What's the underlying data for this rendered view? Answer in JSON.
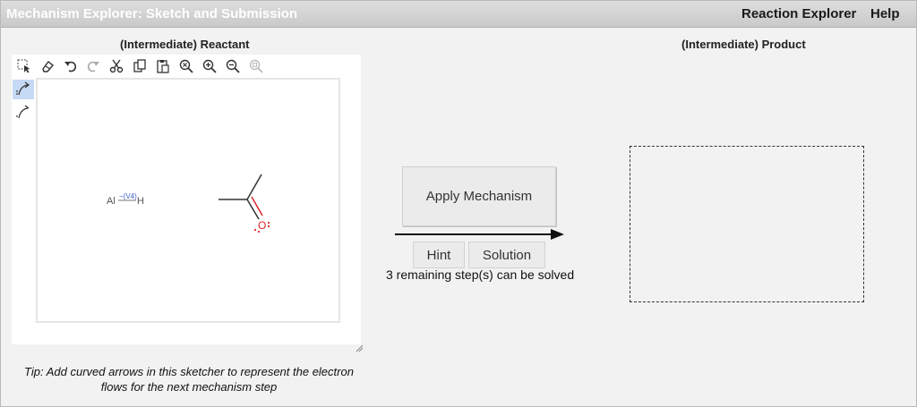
{
  "app": {
    "title": "Mechanism Explorer: Sketch and Submission",
    "menu": [
      "Reaction Explorer",
      "Help"
    ]
  },
  "reactant": {
    "heading": "(Intermediate) Reactant",
    "toolbar": [
      "select-icon",
      "eraser-icon",
      "undo-icon",
      "redo-icon",
      "cut-icon",
      "copy-icon",
      "paste-icon",
      "zoom-reset-icon",
      "zoom-in-icon",
      "zoom-out-icon",
      "zoom-fit-icon"
    ],
    "side_tools": [
      "electron-pair-arrow-icon",
      "single-electron-arrow-icon"
    ],
    "molecules": {
      "aluminum_hydride": {
        "al": "Al",
        "charge_label": "−(V4)",
        "h": "H"
      },
      "acetone": {
        "oxygen": "O"
      }
    },
    "tip": "Tip: Add curved arrows in this sketcher to represent the electron flows for the next mechanism step"
  },
  "controls": {
    "apply": "Apply Mechanism",
    "hint": "Hint",
    "solution": "Solution",
    "remaining": "3 remaining step(s) can be solved"
  },
  "product": {
    "heading": "(Intermediate) Product"
  },
  "colors": {
    "oxygen": "#e0262b",
    "charge": "#3c5fcc",
    "selected_tool": "#c6d9f5"
  }
}
